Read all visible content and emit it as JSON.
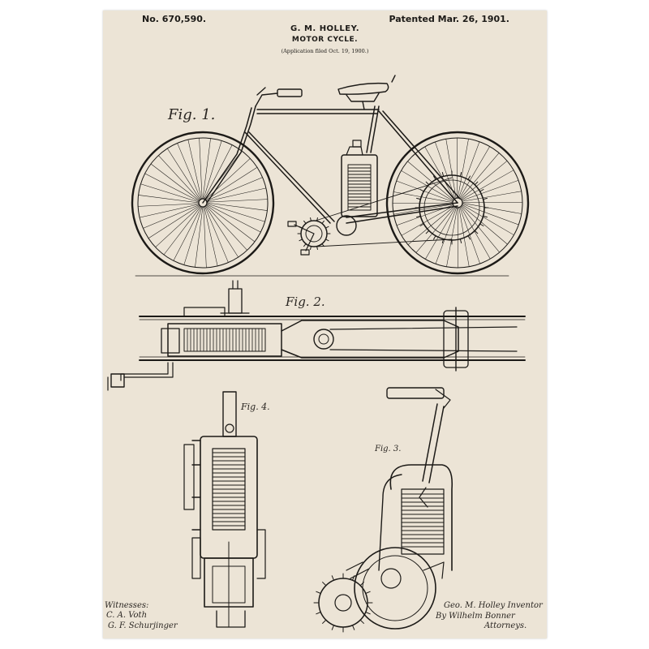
{
  "header": {
    "patent_number": "No. 670,590.",
    "inventor": "G. M. HOLLEY.",
    "title": "MOTOR CYCLE.",
    "application": "(Application filed Oct. 19, 1900.)",
    "patent_date": "Patented Mar. 26, 1901."
  },
  "figures": {
    "fig1": "Fig. 1.",
    "fig2": "Fig. 2.",
    "fig3": "Fig. 3.",
    "fig4": "Fig. 4."
  },
  "signatures": {
    "witnesses_label": "Witnesses:",
    "witness_1": "C. A. Voth",
    "witness_2": "G. F. Schurjinger",
    "inventor_signature": "Geo. M. Holley Inventor",
    "attorney_signature": "By Wilhelm Bonner",
    "attorneys_label": "Attorneys."
  },
  "colors": {
    "paper": "#ece4d6",
    "ink": "#1c1a17"
  }
}
